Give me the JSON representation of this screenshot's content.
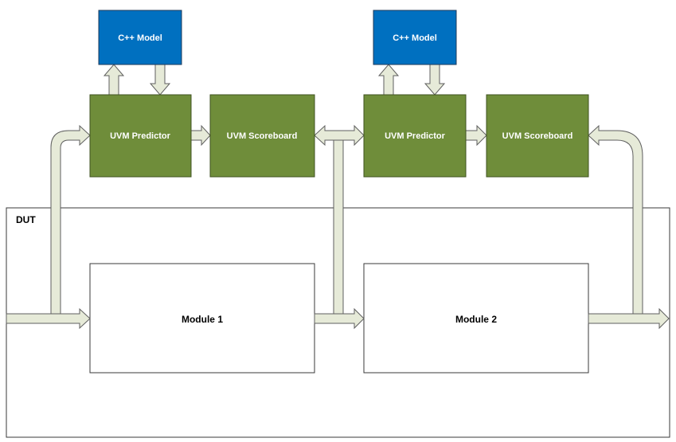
{
  "dut": {
    "label": "DUT"
  },
  "models": [
    {
      "label": "C++ Model"
    },
    {
      "label": "C++ Model"
    }
  ],
  "predictors": [
    {
      "label": "UVM Predictor"
    },
    {
      "label": "UVM Predictor"
    }
  ],
  "scoreboards": [
    {
      "label": "UVM Scoreboard"
    },
    {
      "label": "UVM Scoreboard"
    }
  ],
  "modules": [
    {
      "label": "Module 1"
    },
    {
      "label": "Module 2"
    }
  ],
  "colors": {
    "model_fill": "#0070c0",
    "uvm_fill": "#6f8d3a",
    "arrow_fill": "#e6ead8",
    "outline": "#3a3a3a"
  }
}
